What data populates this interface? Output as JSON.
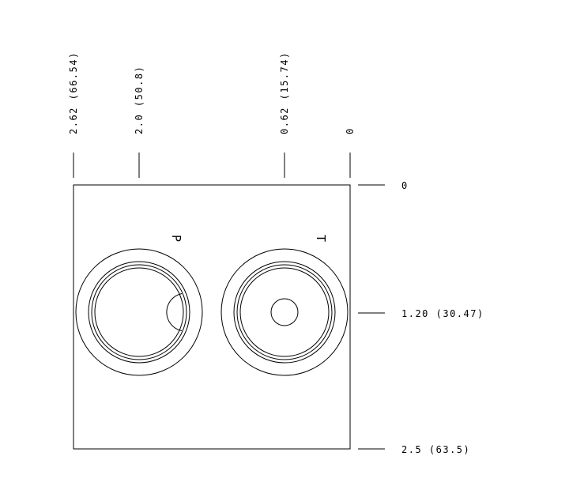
{
  "top_dimensions": [
    {
      "label": "2.62 (66.54)"
    },
    {
      "label": "2.0 (50.8)"
    },
    {
      "label": "0.62 (15.74)"
    },
    {
      "label": "0"
    }
  ],
  "side_dimensions": [
    {
      "label": "0"
    },
    {
      "label": "1.20 (30.47)"
    },
    {
      "label": "2.5 (63.5)"
    }
  ],
  "ports": [
    {
      "label": "P"
    },
    {
      "label": "T"
    }
  ],
  "colors": {
    "line": "#000000",
    "background": "#ffffff"
  }
}
